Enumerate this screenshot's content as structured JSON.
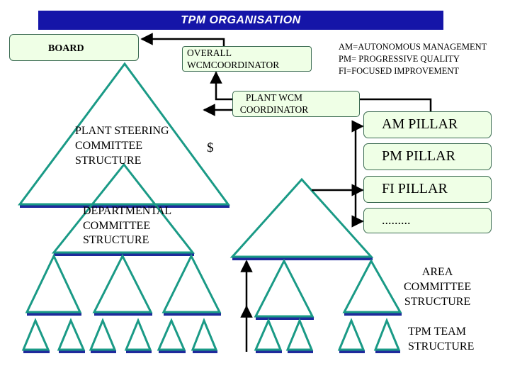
{
  "title": "TPM ORGANISATION",
  "board": "BOARD",
  "overall_coordinator": "OVERALL\nWCMCOORDINATOR",
  "plant_coordinator": "PLANT WCM\nCOORDINATOR",
  "legend": {
    "am": "AM=AUTONOMOUS MANAGEMENT",
    "pm": "PM= PROGRESSIVE QUALITY",
    "fi": "FI=FOCUSED IMPROVEMENT"
  },
  "pillars": [
    "AM PILLAR",
    "PM PILLAR",
    "FI PILLAR",
    "........."
  ],
  "labels": {
    "plant_steering": "PLANT STEERING\nCOMMITTEE\nSTRUCTURE",
    "dollar": "$",
    "departmental": "DEPARTMENTAL\nCOMMITTEE\nSTRUCTURE",
    "area": "AREA\nCOMMITTEE\nSTRUCTURE",
    "tpm_team": "TPM TEAM\nSTRUCTURE"
  },
  "colors": {
    "title_bar": "#1515a8",
    "triangle_stroke": "#1a9a86",
    "triangle_shadow": "#1f2a9c",
    "box_fill": "#efffe6"
  }
}
